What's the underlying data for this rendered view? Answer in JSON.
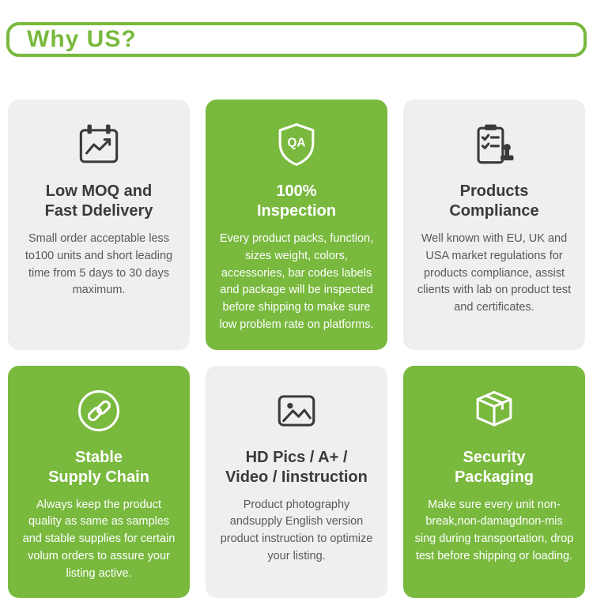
{
  "header": {
    "title": "Why US?"
  },
  "colors": {
    "green": "#79b93e",
    "card_gray": "#efefef",
    "dark_text": "#3a3a3a"
  },
  "cards": [
    {
      "id": "low-moq",
      "variant": "gray",
      "icon": "calendar-chart-icon",
      "title": "Low MOQ and\nFast Ddelivery",
      "body": "Small order acceptable less to100 units and short leading time from 5 days to 30 days maximum."
    },
    {
      "id": "inspection",
      "variant": "green",
      "icon": "qa-shield-icon",
      "title": "100%\nInspection",
      "body": "Every product packs, function, sizes weight, colors, accessories, bar codes labels and package will be inspected before shipping to make sure low problem rate on platforms."
    },
    {
      "id": "compliance",
      "variant": "gray",
      "icon": "clipboard-stamp-icon",
      "title": "Products\nCompliance",
      "body": "Well known with EU, UK and USA market regulations for products compliance, assist clients with lab on product test and certificates."
    },
    {
      "id": "supply-chain",
      "variant": "green",
      "icon": "chain-links-icon",
      "title": "Stable\nSupply Chain",
      "body": "Always keep the product quality as same as samples and stable supplies for certain volum orders to assure your listing active."
    },
    {
      "id": "hd-pics",
      "variant": "gray",
      "icon": "photo-icon",
      "title": "HD Pics / A+ /\nVideo / Iinstruction",
      "body": "Product photography andsupply English version product instruction to optimize your listing."
    },
    {
      "id": "packaging",
      "variant": "green",
      "icon": "package-box-icon",
      "title": "Security\nPackaging",
      "body": "Make sure every unit non-break,non-damagdnon-mis sing during transportation, drop test before shipping or loading."
    }
  ]
}
